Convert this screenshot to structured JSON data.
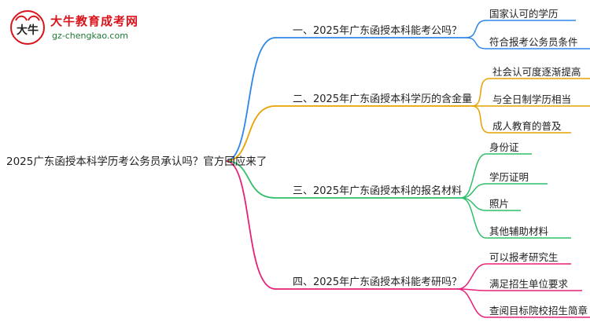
{
  "logo": {
    "title": "大牛教育成考网",
    "url": "gz-chengkao.com",
    "mark_text": "大牛",
    "colors": {
      "title": "#d8131b",
      "url": "#1d7a35"
    }
  },
  "root": {
    "label": "2025广东函授本科学历考公务员承认吗？官方回应来了"
  },
  "branches": [
    {
      "label": "一、2025年广东函授本科能考公吗？",
      "color": "#2f86e8",
      "leaves": [
        "国家认可的学历",
        "符合报考公务员条件"
      ]
    },
    {
      "label": "二、2025年广东函授本科学历的含金量",
      "color": "#e8a100",
      "leaves": [
        "社会认可度逐渐提高",
        "与全日制学历相当",
        "成人教育的普及"
      ]
    },
    {
      "label": "三、2025年广东函授本科的报名材料",
      "color": "#2fbf6a",
      "leaves": [
        "身份证",
        "学历证明",
        "照片",
        "其他辅助材料"
      ]
    },
    {
      "label": "四、2025年广东函授本科能考研吗？",
      "color": "#e8207a",
      "leaves": [
        "可以报考研究生",
        "满足招生单位要求",
        "查阅目标院校招生简章"
      ]
    }
  ]
}
